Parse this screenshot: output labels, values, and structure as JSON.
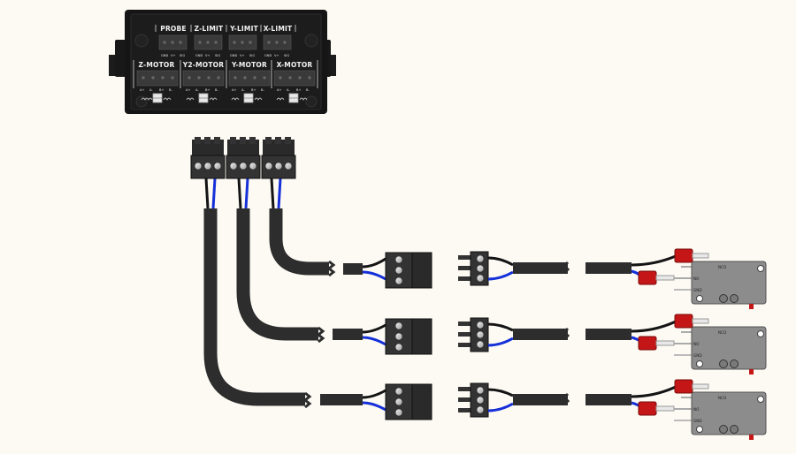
{
  "board": {
    "top_headers": [
      "PROBE",
      "Z-LIMIT",
      "Y-LIMIT",
      "X-LIMIT"
    ],
    "top_pins": [
      "GND",
      "V+",
      "SIG"
    ],
    "bottom_headers": [
      "Z-MOTOR",
      "Y2-MOTOR",
      "Y-MOTOR",
      "X-MOTOR"
    ],
    "bottom_pins": [
      "A+",
      "A-",
      "B+",
      "B-"
    ]
  },
  "switch": {
    "pin_labels": [
      "NCO",
      "NO",
      "GND"
    ]
  },
  "colors": {
    "background": "#fdfaf4",
    "board": "#151515",
    "cable": "#2d2d2d",
    "wire_black": "#141414",
    "wire_blue": "#1530d8",
    "terminal_red": "#c41616",
    "switch_body": "#8c8c8c"
  }
}
